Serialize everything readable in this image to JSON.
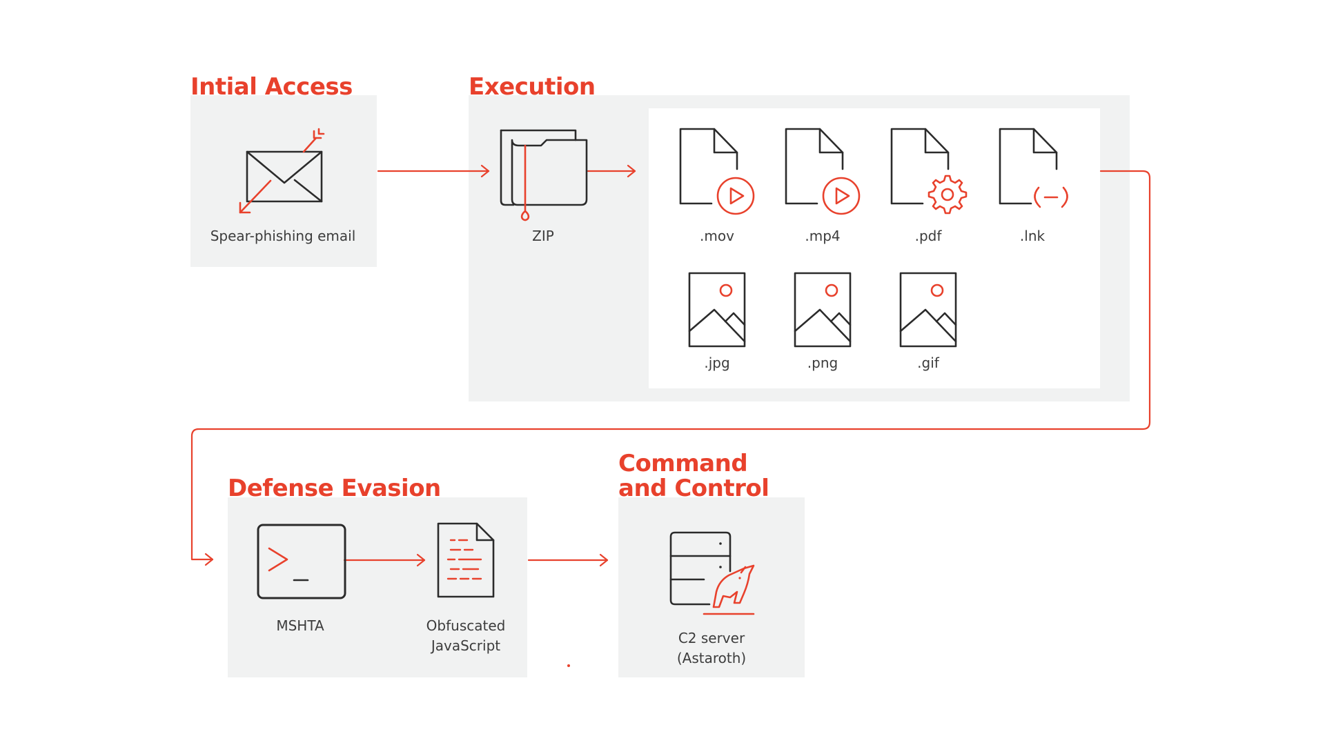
{
  "colors": {
    "accent": "#e8412c",
    "ink": "#2b2b2b",
    "panel": "#f1f2f2"
  },
  "stages": {
    "initial_access": {
      "title": "Intial Access",
      "items": [
        {
          "label": "Spear-phishing email",
          "icon": "envelope-icon"
        }
      ]
    },
    "execution": {
      "title": "Execution",
      "archive": {
        "label": "ZIP",
        "icon": "folder-icon"
      },
      "files": [
        {
          "label": ".mov",
          "icon": "video-file-icon"
        },
        {
          "label": ".mp4",
          "icon": "video-file-icon"
        },
        {
          "label": ".pdf",
          "icon": "gear-file-icon"
        },
        {
          "label": ".lnk",
          "icon": "link-file-icon"
        },
        {
          "label": ".jpg",
          "icon": "image-file-icon"
        },
        {
          "label": ".png",
          "icon": "image-file-icon"
        },
        {
          "label": ".gif",
          "icon": "image-file-icon"
        }
      ]
    },
    "defense_evasion": {
      "title": "Defense Evasion",
      "items": [
        {
          "label": "MSHTA",
          "icon": "terminal-icon"
        },
        {
          "label_lines": [
            "Obfuscated",
            "JavaScript"
          ],
          "icon": "script-document-icon"
        }
      ]
    },
    "command_control": {
      "title_lines": [
        "Command",
        "and Control"
      ],
      "items": [
        {
          "label_lines": [
            "C2 server",
            "(Astaroth)"
          ],
          "icon": "server-trojan-icon"
        }
      ]
    }
  }
}
